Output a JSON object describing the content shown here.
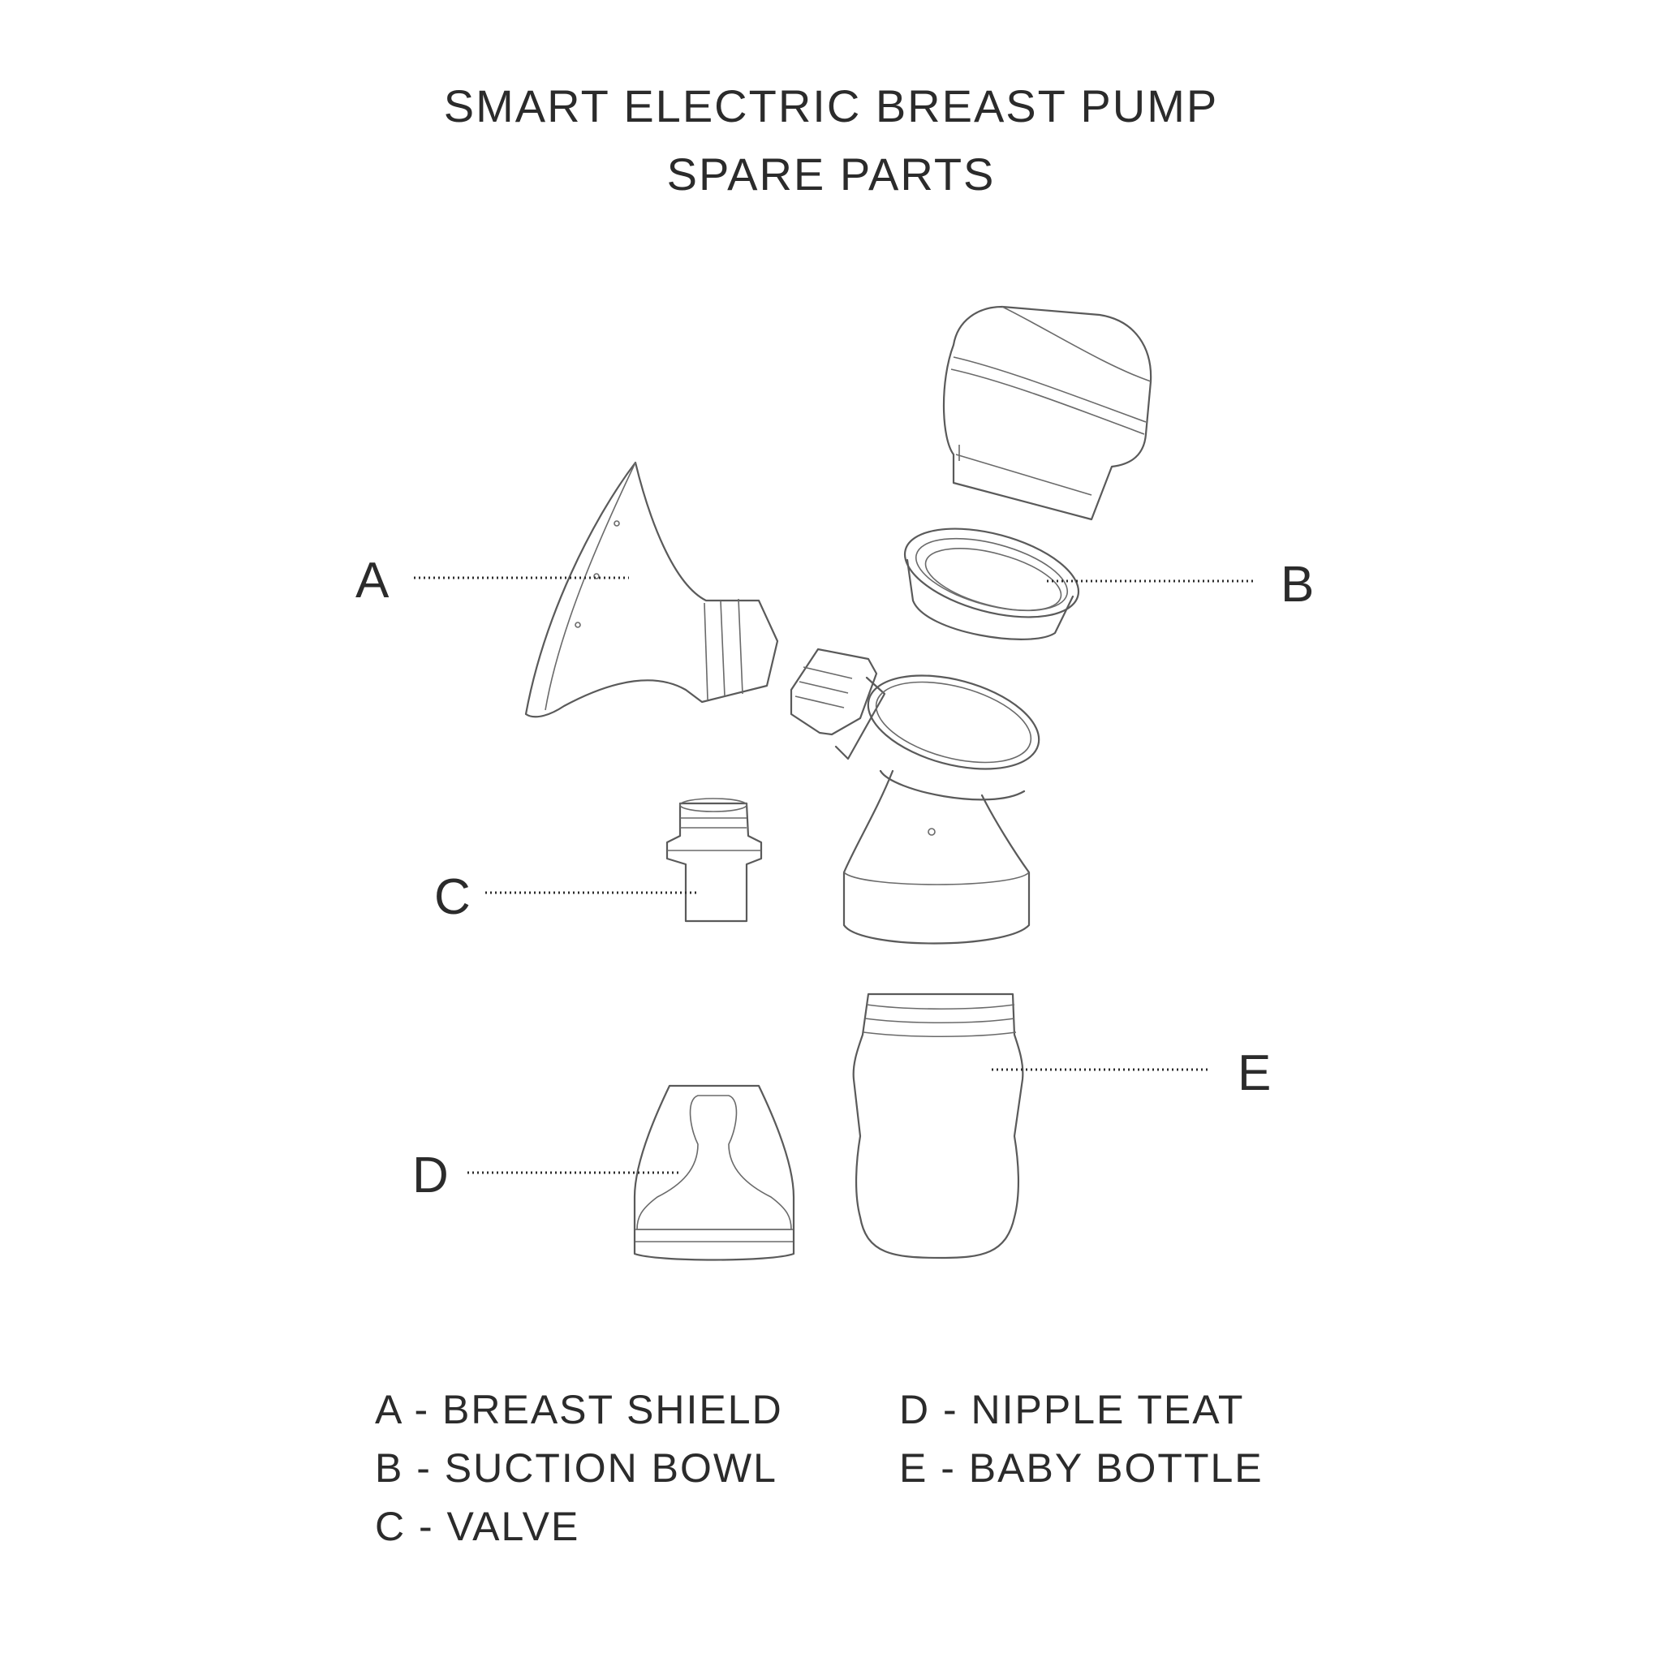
{
  "title": {
    "line1": "SMART ELECTRIC BREAST PUMP",
    "line2": "SPARE PARTS"
  },
  "callouts": {
    "a": "A",
    "b": "B",
    "c": "C",
    "d": "D",
    "e": "E"
  },
  "legend": {
    "a": "A - BREAST SHIELD",
    "b": "B - SUCTION BOWL",
    "c": "C - VALVE",
    "d": "D - NIPPLE TEAT",
    "e": "E - BABY BOTTLE"
  }
}
